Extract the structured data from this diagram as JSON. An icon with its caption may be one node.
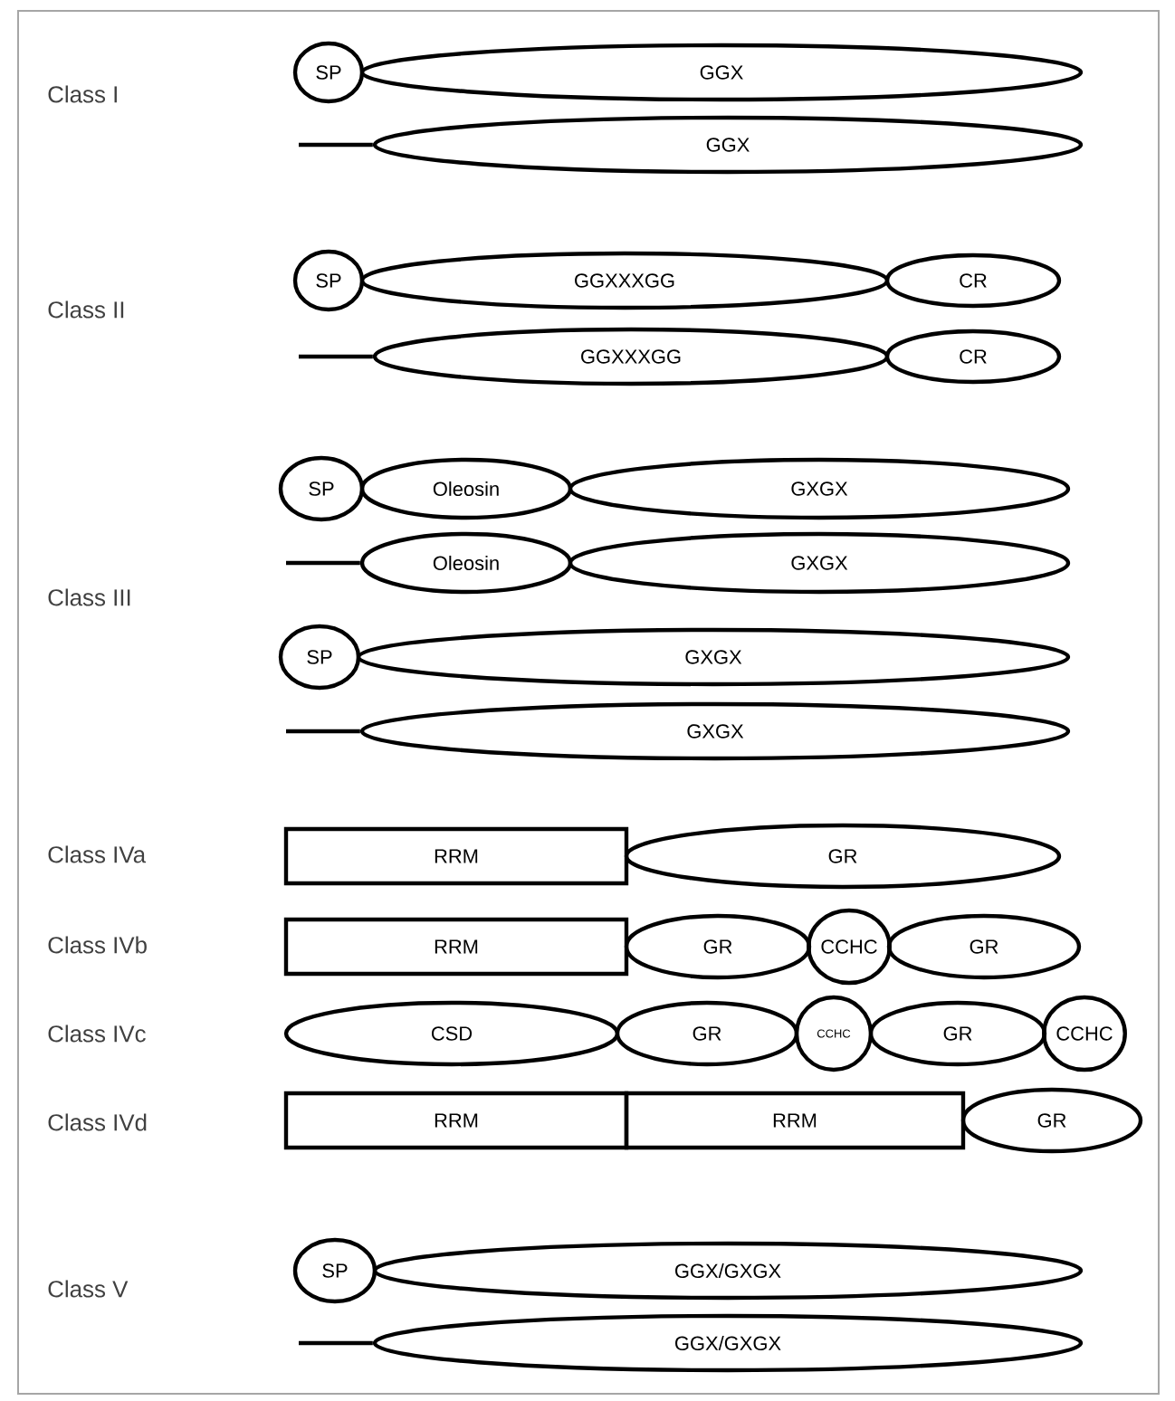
{
  "diagram": {
    "nodes": [
      {
        "text": [
          "SP"
        ]
      },
      {
        "text": [
          "GGX"
        ]
      },
      {
        "text": [
          "GGX"
        ]
      },
      {
        "text": [
          "SP"
        ]
      },
      {
        "text": [
          "GGXXXGG"
        ]
      },
      {
        "text": [
          "CR"
        ]
      },
      {
        "text": [
          "GGXXXGG"
        ]
      },
      {
        "text": [
          "CR"
        ]
      },
      {
        "text": [
          "SP"
        ]
      },
      {
        "text": [
          "Oleosin"
        ]
      },
      {
        "text": [
          "GXGX"
        ]
      },
      {
        "text": [
          "Oleosin"
        ]
      },
      {
        "text": [
          "GXGX"
        ]
      },
      {
        "text": [
          "SP"
        ]
      },
      {
        "text": [
          "GXGX"
        ]
      },
      {
        "text": [
          "GXGX"
        ]
      },
      {
        "text": [
          "RRM"
        ]
      },
      {
        "text": [
          "GR"
        ]
      },
      {
        "text": [
          "RRM"
        ]
      },
      {
        "text": [
          "GR"
        ]
      },
      {
        "text": [
          "CCHC"
        ]
      },
      {
        "text": [
          "GR"
        ]
      },
      {
        "text": [
          "CSD"
        ]
      },
      {
        "text": [
          "GR"
        ]
      },
      {
        "text": [
          "CCHC"
        ]
      },
      {
        "text": [
          "GR"
        ]
      },
      {
        "text": [
          "CCHC"
        ]
      },
      {
        "text": [
          "RRM"
        ]
      },
      {
        "text": [
          "RRM"
        ]
      },
      {
        "text": [
          "GR"
        ]
      },
      {
        "text": [
          "SP"
        ]
      },
      {
        "text": [
          "GGX/GXGX"
        ]
      },
      {
        "text": [
          "GGX/GXGX"
        ]
      }
    ],
    "edges": [
      {
        "from": null,
        "to": 2,
        "arrow": "none"
      },
      {
        "from": null,
        "to": 6,
        "arrow": "none"
      },
      {
        "from": null,
        "to": 11,
        "arrow": "none"
      },
      {
        "from": null,
        "to": 15,
        "arrow": "none"
      },
      {
        "from": null,
        "to": 32,
        "arrow": "none"
      }
    ],
    "labels": [
      "Class I",
      "Class II",
      "Class III",
      "Class IVa",
      "Class IVb",
      "Class IVc",
      "Class IVd",
      "Class V"
    ]
  }
}
